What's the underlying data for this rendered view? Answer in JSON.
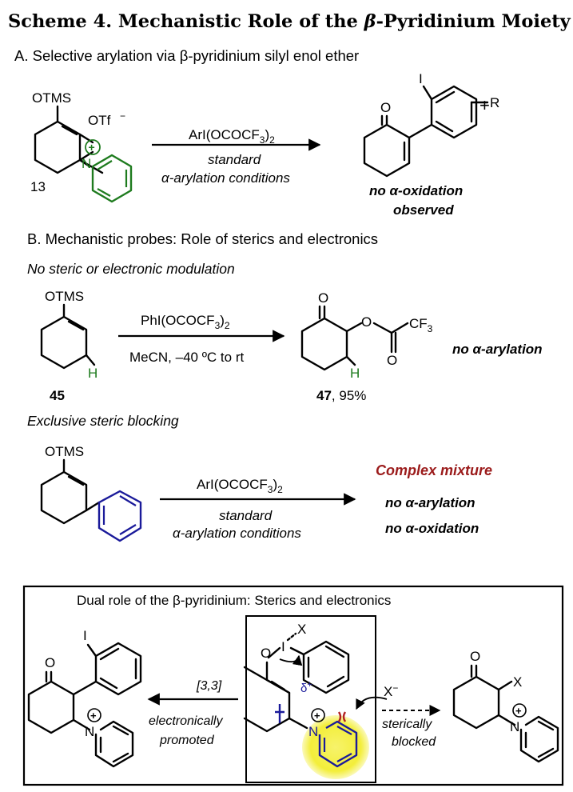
{
  "title": {
    "prefix": "Scheme 4. Mechanistic Role of the ",
    "greek": "β",
    "suffix": "-Pyridinium Moiety"
  },
  "section_a": {
    "heading_pre": "A. Selective arylation via ",
    "heading_greek": "β",
    "heading_post": "-pyridinium silyl enol ether",
    "sm_label_otms": "OTMS",
    "sm_counterion": "OTf",
    "sm_counterion_sup": "−",
    "sm_plus": "+",
    "sm_n": "N",
    "sm_number": "13",
    "reagent_pre": "ArI(OCOCF",
    "reagent_sub": "3",
    "reagent_post": ")",
    "reagent_sub2": "2",
    "cond_line1": "standard",
    "cond_greek": "α",
    "cond_line2": "-arylation conditions",
    "prod_o": "O",
    "prod_i": "I",
    "prod_r": "R",
    "result_pre": "no ",
    "result_greek": "α",
    "result_post": "-oxidation",
    "result_line2": "observed"
  },
  "section_b": {
    "heading": "B. Mechanistic probes: Role of sterics and electronics",
    "sub1": "No steric or electronic modulation",
    "sm_otms": "OTMS",
    "sm_h": "H",
    "sm_number": "45",
    "reagent_pre": "PhI(OCOCF",
    "reagent_sub": "3",
    "reagent_post": ")",
    "reagent_sub2": "2",
    "cond": "MeCN, –40 ºC to rt",
    "prod_o": "O",
    "prod_o2": "O",
    "prod_o3": "O",
    "prod_cf3": "CF",
    "prod_cf3_sub": "3",
    "prod_h": "H",
    "prod_number": "47",
    "prod_yield": ", 95%",
    "result_pre": "no ",
    "result_greek": "α",
    "result_post": "-arylation",
    "sub2": "Exclusive steric blocking",
    "sm2_otms": "OTMS",
    "reagent2_pre": "ArI(OCOCF",
    "reagent2_sub": "3",
    "reagent2_post": ")",
    "reagent2_sub2": "2",
    "cond2_line1": "standard",
    "cond2_greek": "α",
    "cond2_line2": "-arylation conditions",
    "result2_line1": "Complex mixture",
    "result2_line2_pre": "no ",
    "result2_line2_greek": "α",
    "result2_line2_post": "-arylation",
    "result2_line3_pre": "no ",
    "result2_line3_greek": "α",
    "result2_line3_post": "-oxidation"
  },
  "box": {
    "heading_pre": "Dual role of the ",
    "heading_greek": "β",
    "heading_post": "-pyridinium: Sterics and electronics",
    "left_o": "O",
    "left_i": "I",
    "left_plus": "+",
    "left_n": "N",
    "left_arrow_label": "[3,3]",
    "left_arrow_sub1": "electronically",
    "left_arrow_sub2": "promoted",
    "center_o": "O",
    "center_i": "I",
    "center_x": "X",
    "center_delta": "δ",
    "center_delta_sup": "+",
    "center_plus": "+",
    "center_n": "N",
    "nucleophile": "X",
    "nucleophile_sup": "−",
    "right_arrow_sub1": "sterically",
    "right_arrow_sub2": "blocked",
    "right_o": "O",
    "right_x": "X",
    "right_plus": "+",
    "right_n": "N"
  },
  "colors": {
    "pyridinium_green": "#1e7b1e",
    "phenyl_blue": "#1a1a9a",
    "hydrogen_green": "#1e7b1e",
    "complex_red": "#9b1b1b",
    "highlight_yellow": "#f3ee3a",
    "steric_red": "#b22222"
  }
}
